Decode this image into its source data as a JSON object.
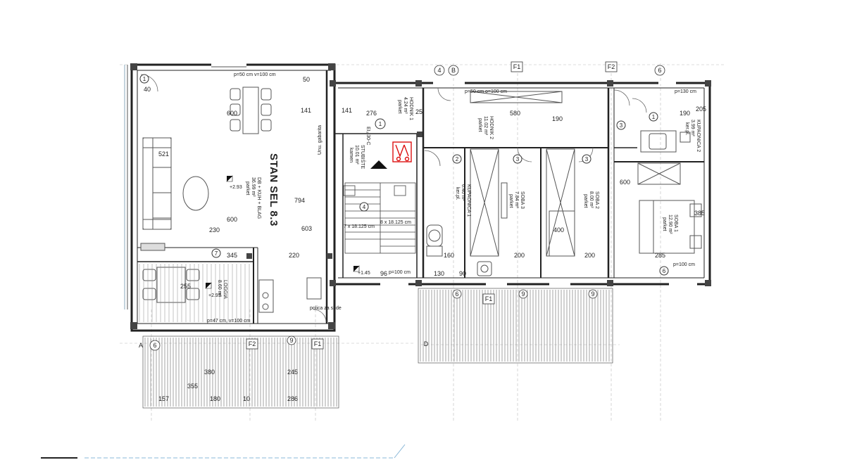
{
  "apartment_title": "STAN SEL 8.3",
  "rooms": {
    "living": {
      "name": "DB + KUH + BLAG",
      "area": "36.99 m²",
      "floor": "parket",
      "level": "+2.93"
    },
    "loggia": {
      "name": "LOGGIA",
      "area": "8.60 m²",
      "level": "+2.93"
    },
    "stairs": {
      "name": "STUBIŠTE",
      "area": "10.01 m²",
      "floor": "kamen",
      "fire": "EI₂ 30-C"
    },
    "hall1": {
      "name": "HODNIK 1",
      "area": "4.24 m²",
      "floor": "parket"
    },
    "hall2": {
      "name": "HODNIK 2",
      "area": "11.02 m²",
      "floor": "parket"
    },
    "bath1": {
      "name": "KUPAONICA 1",
      "area": "6.40 m²",
      "floor": "ker.pl."
    },
    "room3": {
      "name": "SOBA 3",
      "area": "7.84 m²",
      "floor": "parket"
    },
    "room2": {
      "name": "SOBA 2",
      "area": "8.00 m²",
      "floor": "parket"
    },
    "bath2": {
      "name": "KUPAONICA 2",
      "area": "3.99 m²",
      "floor": "ker.pl."
    },
    "room1": {
      "name": "SOBA 1",
      "area": "12.90 m²",
      "floor": "parket"
    }
  },
  "grid_labels": [
    "4",
    "B",
    "F1",
    "F2",
    "6",
    "A",
    "6",
    "F2",
    "9",
    "F1",
    "D",
    "6",
    "F1",
    "9",
    "9"
  ],
  "dimensions": {
    "living_top": "600",
    "living_side": "521",
    "living_bottom": "600",
    "d141a": "141",
    "d141b": "141",
    "d276": "276",
    "d580": "580",
    "d190a": "190",
    "d190b": "190",
    "d600r": "600",
    "d794": "794",
    "d603": "603",
    "d220": "220",
    "d345": "345",
    "d255": "255",
    "d200a": "200",
    "d200b": "200",
    "d285": "285",
    "d400": "400",
    "d385": "385",
    "d380": "380",
    "d355": "355",
    "d245": "245",
    "d157": "157",
    "d180": "180",
    "d10": "10",
    "d286": "286",
    "d50": "50",
    "d40": "40",
    "d25": "25",
    "d230": "230",
    "d160": "160",
    "d205": "205",
    "d130": "130",
    "d90": "90",
    "d96": "96"
  },
  "notes": {
    "window_top": "p=50 cm\nv=100 cm",
    "window_hall": "p=50 cm\no=100 cm",
    "window_bottom": "p=100 cm",
    "window_right": "p=100 cm",
    "window_loggia": "p=47 cm, v=100 cm",
    "window_bathtop": "p=130 cm",
    "stair_text": "7 x 18.125 cm",
    "stair_text2": "8 x 18.125 cm",
    "kitchen_note": "polica\nza sude",
    "level_stairs": "+1.45",
    "ena_text": "Unu. gabarita"
  },
  "legend_dashes": "dimension"
}
